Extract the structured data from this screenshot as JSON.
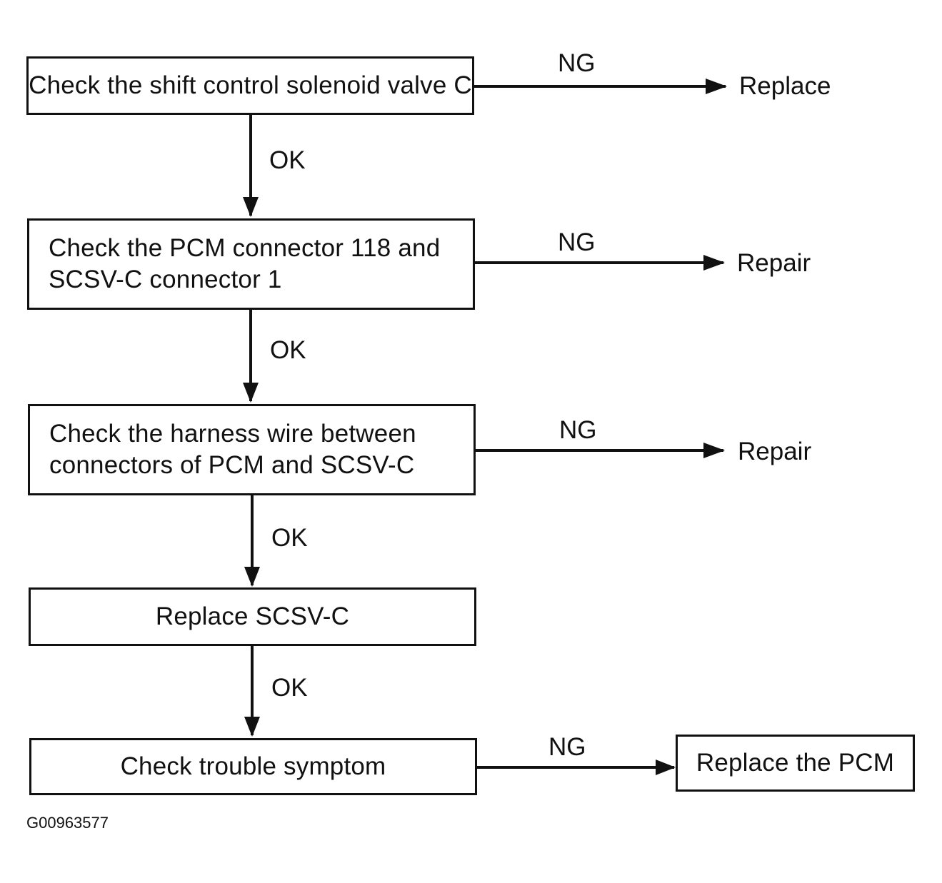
{
  "steps": [
    {
      "text": "Check the shift control solenoid valve C"
    },
    {
      "text": "Check the PCM connector 118 and\nSCSV-C connector 1"
    },
    {
      "text": "Check the harness wire between\nconnectors of PCM and SCSV-C"
    },
    {
      "text": "Replace SCSV-C"
    },
    {
      "text": "Check trouble symptom"
    }
  ],
  "ok_labels": [
    "OK",
    "OK",
    "OK",
    "OK"
  ],
  "ng_labels": [
    "NG",
    "NG",
    "NG",
    "NG"
  ],
  "outcomes": [
    "Replace",
    "Repair",
    "Repair"
  ],
  "final_action": "Replace the PCM",
  "figure_id": "G00963577"
}
